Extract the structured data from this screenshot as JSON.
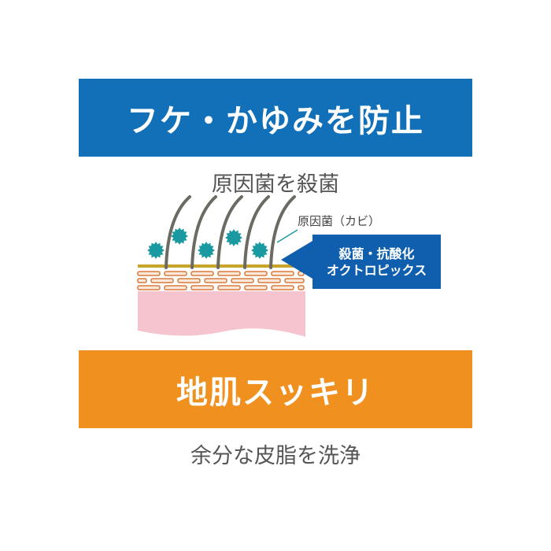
{
  "top_banner": {
    "title": "フケ・かゆみを防止",
    "color": "#1170b8"
  },
  "top_subtitle": "原因菌を殺菌",
  "illustration": {
    "germ_label": "原因菌（カビ）",
    "callout_line1": "殺菌・抗酸化",
    "callout_line2": "オクトロピックス",
    "callout_color": "#0f5fae"
  },
  "bottom_banner": {
    "title": "地肌スッキリ",
    "color": "#f0901e"
  },
  "bottom_subtitle": "余分な皮脂を洗浄"
}
